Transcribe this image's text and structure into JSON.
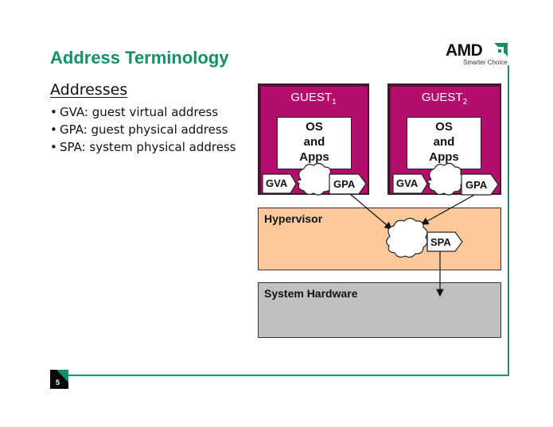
{
  "slide": {
    "title": "Address Terminology",
    "page_number": "5",
    "accent_color": "#12906a",
    "logo": {
      "brand": "AMD",
      "tagline": "Smarter Choice",
      "icon": "amd-arrow-logo-icon"
    }
  },
  "content": {
    "section_heading": "Addresses",
    "bullets": [
      "GVA: guest virtual address",
      "GPA: guest physical address",
      "SPA: system physical address"
    ]
  },
  "diagram": {
    "guests": [
      {
        "label": "GUEST",
        "subscript": "1",
        "os_lines": [
          "OS",
          "and",
          "Apps"
        ],
        "input_tag": "GVA",
        "output_tag": "GPA"
      },
      {
        "label": "GUEST",
        "subscript": "2",
        "os_lines": [
          "OS",
          "and",
          "Apps"
        ],
        "input_tag": "GVA",
        "output_tag": "GPA"
      }
    ],
    "hypervisor": {
      "label": "Hypervisor",
      "output_tag": "SPA"
    },
    "hardware": {
      "label": "System Hardware"
    },
    "colors": {
      "guest": "#b30d6e",
      "hypervisor": "#fdc99b",
      "hardware": "#c0c0c0"
    }
  }
}
